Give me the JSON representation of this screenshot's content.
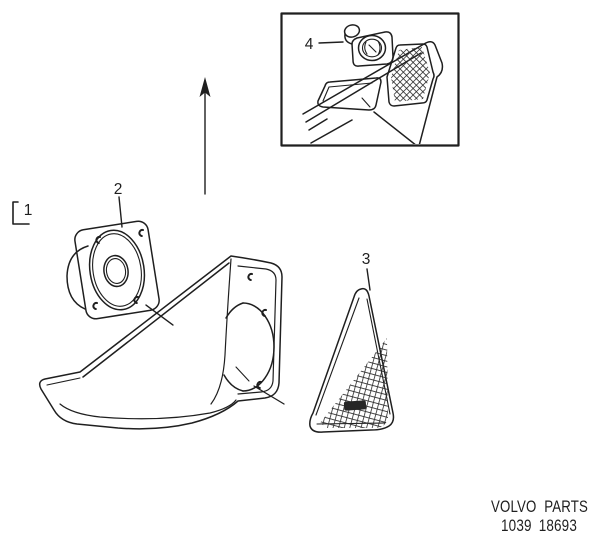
{
  "callouts": {
    "assembly": "1",
    "speaker": "2",
    "grille": "3",
    "clip": "4"
  },
  "footer": {
    "brand": "VOLVO PARTS",
    "part_number": "1039 18693"
  },
  "colors": {
    "line": "#1f1f1f",
    "background": "#ffffff"
  }
}
